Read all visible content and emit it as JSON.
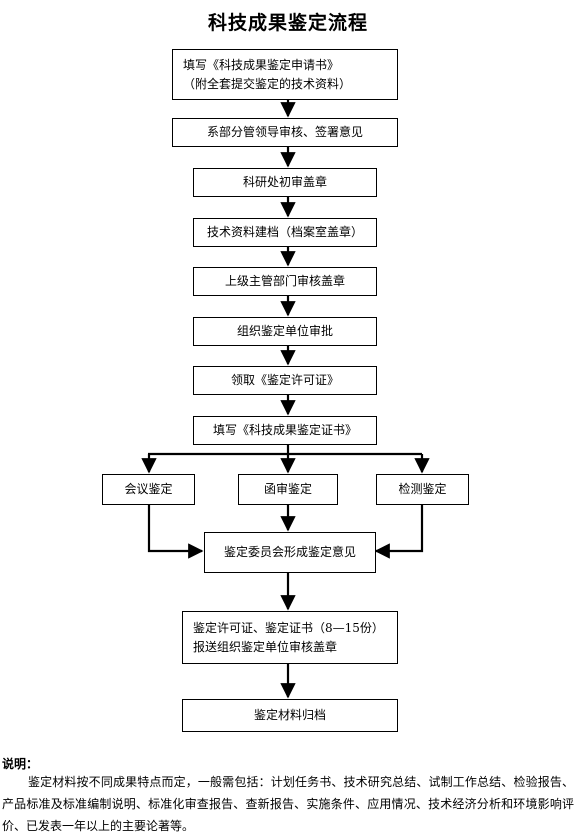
{
  "title": "科技成果鉴定流程",
  "steps": [
    {
      "id": "s1",
      "lines": [
        "填写《科技成果鉴定申请书》",
        "（附全套提交鉴定的技术资料）"
      ]
    },
    {
      "id": "s2",
      "lines": [
        "系部分管领导审核、签署意见"
      ]
    },
    {
      "id": "s3",
      "lines": [
        "科研处初审盖章"
      ]
    },
    {
      "id": "s4",
      "lines": [
        "技术资料建档（档案室盖章）"
      ]
    },
    {
      "id": "s5",
      "lines": [
        "上级主管部门审核盖章"
      ]
    },
    {
      "id": "s6",
      "lines": [
        "组织鉴定单位审批"
      ]
    },
    {
      "id": "s7",
      "lines": [
        "领取《鉴定许可证》"
      ]
    },
    {
      "id": "s8",
      "lines": [
        "填写《科技成果鉴定证书》"
      ]
    },
    {
      "id": "b1",
      "lines": [
        "会议鉴定"
      ]
    },
    {
      "id": "b2",
      "lines": [
        "函审鉴定"
      ]
    },
    {
      "id": "b3",
      "lines": [
        "检测鉴定"
      ]
    },
    {
      "id": "s9",
      "lines": [
        "鉴定委员会形成鉴定意见"
      ]
    },
    {
      "id": "s10",
      "lines": [
        "鉴定许可证、鉴定证书（8—15份）",
        "报送组织鉴定单位审核盖章"
      ]
    },
    {
      "id": "s11",
      "lines": [
        "鉴定材料归档"
      ]
    }
  ],
  "note": {
    "label": "说明：",
    "text": "鉴定材料按不同成果特点而定，一般需包括：计划任务书、技术研究总结、试制工作总结、检验报告、产品标准及标准编制说明、标准化审查报告、查新报告、实施条件、应用情况、技术经济分析和环境影响评价、已发表一年以上的主要论著等。"
  }
}
